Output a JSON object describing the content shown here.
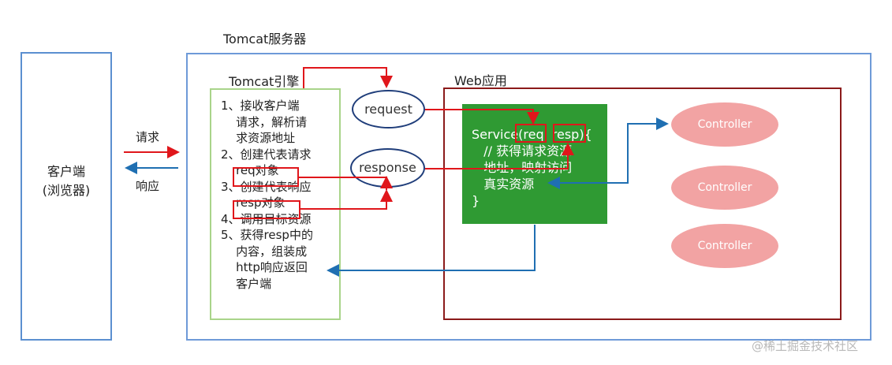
{
  "server": {
    "title": "Tomcat服务器"
  },
  "client": {
    "line1": "客户端",
    "line2": "(浏览器)"
  },
  "arrows": {
    "request_label": "请求",
    "response_label": "响应"
  },
  "engine": {
    "title": "Tomcat引擎",
    "items": [
      "1、接收客户端",
      "    请求，解析请",
      "    求资源地址",
      "2、创建代表请求",
      "    req对象",
      "3、创建代表响应",
      "    resp对象",
      "4、调用目标资源",
      "5、获得resp中的",
      "    内容，组装成",
      "    http响应返回",
      "    客户端"
    ]
  },
  "io": {
    "request": "request",
    "response": "response"
  },
  "webapp": {
    "title": "Web应用",
    "service_lines": [
      "Service(req  resp){",
      "   // 获得请求资源",
      "   地址，映射访问",
      "   真实资源",
      "}"
    ]
  },
  "controllers": [
    "Controller",
    "Controller",
    "Controller"
  ],
  "watermark": "@稀土掘金技术社区",
  "colors": {
    "red": "#e0161b",
    "blue": "#1f6fb2",
    "green": "#2f9a33",
    "controller": "#f2a3a3"
  }
}
